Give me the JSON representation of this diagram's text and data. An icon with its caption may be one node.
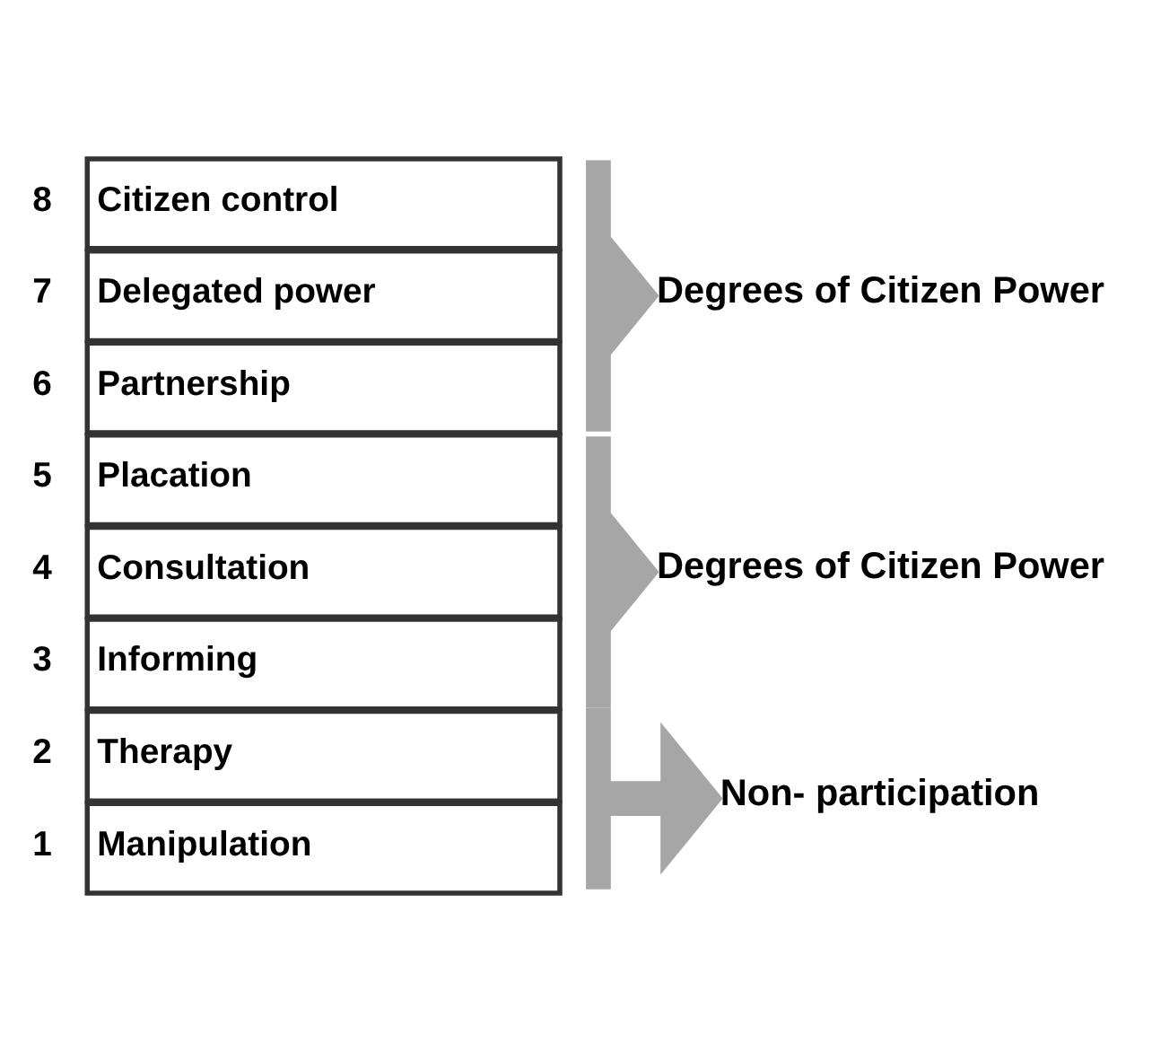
{
  "diagram": {
    "nodes": [
      {
        "text": [
          "Citizen control"
        ],
        "beside": [
          "8"
        ]
      },
      {
        "text": [
          "Delegated power"
        ],
        "beside": [
          "7"
        ]
      },
      {
        "text": [
          "Partnership"
        ],
        "beside": [
          "6"
        ]
      },
      {
        "text": [
          "Placation"
        ],
        "beside": [
          "5"
        ]
      },
      {
        "text": [
          "Consultation"
        ],
        "beside": [
          "4"
        ]
      },
      {
        "text": [
          "Informing"
        ],
        "beside": [
          "3"
        ]
      },
      {
        "text": [
          "Therapy"
        ],
        "beside": [
          "2"
        ]
      },
      {
        "text": [
          "Manipulation"
        ],
        "beside": [
          "1"
        ]
      },
      {
        "text": [],
        "shape": "bar"
      },
      {
        "text": [
          "Degrees of Citizen Power"
        ]
      },
      {
        "text": [],
        "shape": "bar"
      },
      {
        "text": [
          "Degrees of Citizen Power"
        ]
      },
      {
        "text": [],
        "shape": "bar"
      },
      {
        "text": [
          "Non- participation"
        ]
      }
    ],
    "edges": [
      {
        "from": 8,
        "to": 9,
        "arrow": "to"
      },
      {
        "from": 10,
        "to": 11,
        "arrow": "to"
      },
      {
        "from": 12,
        "to": 13,
        "arrow": "to"
      }
    ]
  }
}
